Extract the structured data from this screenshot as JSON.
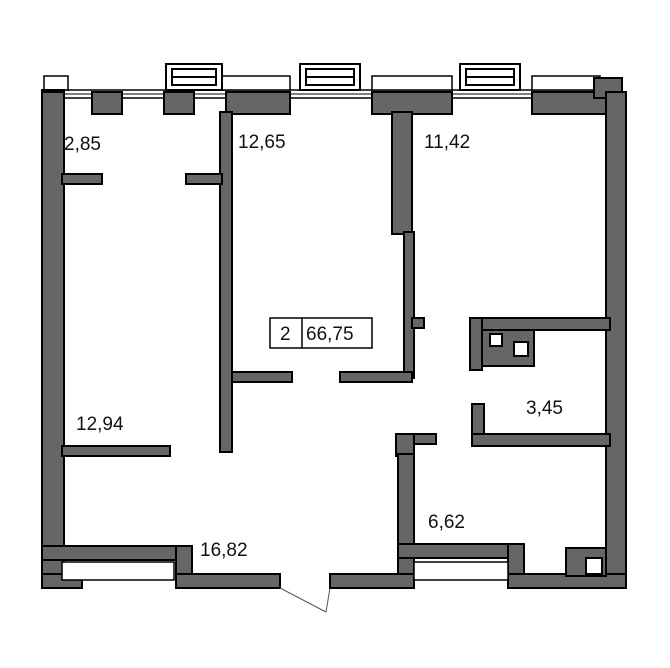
{
  "plan": {
    "apartment": {
      "rooms_count": "2",
      "total_area": "66,75"
    },
    "rooms": [
      {
        "id": "room-balcony",
        "area": "2,85"
      },
      {
        "id": "room-bedroom",
        "area": "12,65"
      },
      {
        "id": "room-living",
        "area": "11,42"
      },
      {
        "id": "room-left",
        "area": "12,94"
      },
      {
        "id": "room-bath",
        "area": "3,45"
      },
      {
        "id": "room-hall",
        "area": "16,82"
      },
      {
        "id": "room-kitchen",
        "area": "6,62"
      }
    ],
    "colors": {
      "wall_fill": "#666666",
      "wall_outline": "#000000",
      "background": "#ffffff"
    }
  }
}
